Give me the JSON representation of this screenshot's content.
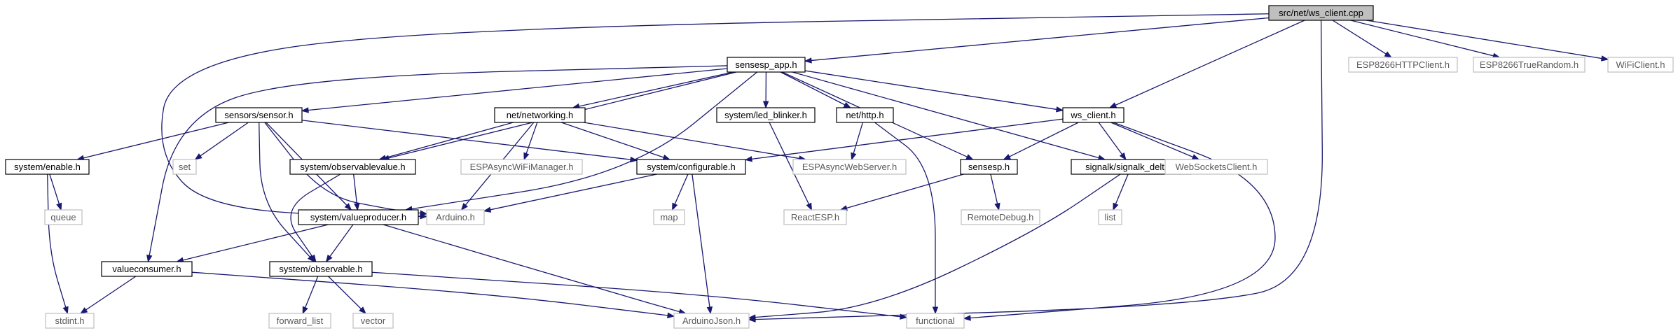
{
  "graph": {
    "colors": {
      "edge": "#191970",
      "root_fill": "#bfbfbf",
      "local_border": "#000000",
      "system_border": "#bfbfbf",
      "system_text": "#5a5a5a",
      "text": "#000000"
    },
    "nodes": [
      {
        "id": "root",
        "label": "src/net/ws_client.cpp",
        "kind": "root"
      },
      {
        "id": "sensesp_app",
        "label": "sensesp_app.h",
        "kind": "local"
      },
      {
        "id": "esp8266http",
        "label": "ESP8266HTTPClient.h",
        "kind": "system"
      },
      {
        "id": "esp8266rand",
        "label": "ESP8266TrueRandom.h",
        "kind": "system"
      },
      {
        "id": "wifi",
        "label": "WiFiClient.h",
        "kind": "system"
      },
      {
        "id": "sensor",
        "label": "sensors/sensor.h",
        "kind": "local"
      },
      {
        "id": "networking",
        "label": "net/networking.h",
        "kind": "local"
      },
      {
        "id": "led",
        "label": "system/led_blinker.h",
        "kind": "local"
      },
      {
        "id": "http",
        "label": "net/http.h",
        "kind": "local"
      },
      {
        "id": "ws_client",
        "label": "ws_client.h",
        "kind": "local"
      },
      {
        "id": "enable",
        "label": "system/enable.h",
        "kind": "local"
      },
      {
        "id": "set",
        "label": "set",
        "kind": "system"
      },
      {
        "id": "obsvalue",
        "label": "system/observablevalue.h",
        "kind": "local"
      },
      {
        "id": "asyncwifi",
        "label": "ESPAsyncWiFiManager.h",
        "kind": "system"
      },
      {
        "id": "configurable",
        "label": "system/configurable.h",
        "kind": "local"
      },
      {
        "id": "asyncweb",
        "label": "ESPAsyncWebServer.h",
        "kind": "system"
      },
      {
        "id": "sensesp",
        "label": "sensesp.h",
        "kind": "local"
      },
      {
        "id": "signalk",
        "label": "signalk/signalk_delta.h",
        "kind": "local"
      },
      {
        "id": "websockets",
        "label": "WebSocketsClient.h",
        "kind": "system"
      },
      {
        "id": "queue",
        "label": "queue",
        "kind": "system"
      },
      {
        "id": "valueproducer",
        "label": "system/valueproducer.h",
        "kind": "local"
      },
      {
        "id": "arduino",
        "label": "Arduino.h",
        "kind": "system"
      },
      {
        "id": "map",
        "label": "map",
        "kind": "system"
      },
      {
        "id": "reactesp",
        "label": "ReactESP.h",
        "kind": "system"
      },
      {
        "id": "remotedebug",
        "label": "RemoteDebug.h",
        "kind": "system"
      },
      {
        "id": "list",
        "label": "list",
        "kind": "system"
      },
      {
        "id": "valueconsumer",
        "label": "valueconsumer.h",
        "kind": "local"
      },
      {
        "id": "observable",
        "label": "system/observable.h",
        "kind": "local"
      },
      {
        "id": "stdint",
        "label": "stdint.h",
        "kind": "system"
      },
      {
        "id": "forward_list",
        "label": "forward_list",
        "kind": "system"
      },
      {
        "id": "vector",
        "label": "vector",
        "kind": "system"
      },
      {
        "id": "arduinojson",
        "label": "ArduinoJson.h",
        "kind": "system"
      },
      {
        "id": "functional",
        "label": "functional",
        "kind": "system"
      }
    ],
    "edges": [
      [
        "root",
        "sensesp_app"
      ],
      [
        "root",
        "esp8266http"
      ],
      [
        "root",
        "esp8266rand"
      ],
      [
        "root",
        "wifi"
      ],
      [
        "root",
        "ws_client"
      ],
      [
        "root",
        "arduino"
      ],
      [
        "root",
        "arduinojson"
      ],
      [
        "sensesp_app",
        "sensor"
      ],
      [
        "sensesp_app",
        "networking"
      ],
      [
        "sensesp_app",
        "led"
      ],
      [
        "sensesp_app",
        "http"
      ],
      [
        "sensesp_app",
        "ws_client"
      ],
      [
        "sensesp_app",
        "obsvalue"
      ],
      [
        "sensesp_app",
        "valueproducer"
      ],
      [
        "sensesp_app",
        "sensesp"
      ],
      [
        "sensesp_app",
        "signalk"
      ],
      [
        "sensesp_app",
        "valueconsumer"
      ],
      [
        "sensor",
        "enable"
      ],
      [
        "sensor",
        "set"
      ],
      [
        "sensor",
        "configurable"
      ],
      [
        "sensor",
        "valueproducer"
      ],
      [
        "sensor",
        "observable"
      ],
      [
        "sensor",
        "arduino"
      ],
      [
        "networking",
        "obsvalue"
      ],
      [
        "networking",
        "asyncwifi"
      ],
      [
        "networking",
        "configurable"
      ],
      [
        "networking",
        "asyncweb"
      ],
      [
        "networking",
        "arduino"
      ],
      [
        "led",
        "reactesp"
      ],
      [
        "http",
        "asyncweb"
      ],
      [
        "http",
        "functional"
      ],
      [
        "ws_client",
        "configurable"
      ],
      [
        "ws_client",
        "sensesp"
      ],
      [
        "ws_client",
        "signalk"
      ],
      [
        "ws_client",
        "websockets"
      ],
      [
        "ws_client",
        "functional"
      ],
      [
        "enable",
        "queue"
      ],
      [
        "enable",
        "stdint"
      ],
      [
        "obsvalue",
        "valueproducer"
      ],
      [
        "obsvalue",
        "observable"
      ],
      [
        "configurable",
        "arduino"
      ],
      [
        "configurable",
        "map"
      ],
      [
        "configurable",
        "arduinojson"
      ],
      [
        "sensesp",
        "reactesp"
      ],
      [
        "sensesp",
        "remotedebug"
      ],
      [
        "signalk",
        "list"
      ],
      [
        "signalk",
        "arduinojson"
      ],
      [
        "valueproducer",
        "valueconsumer"
      ],
      [
        "valueproducer",
        "observable"
      ],
      [
        "valueproducer",
        "arduinojson"
      ],
      [
        "valueconsumer",
        "stdint"
      ],
      [
        "valueconsumer",
        "arduinojson"
      ],
      [
        "observable",
        "forward_list"
      ],
      [
        "observable",
        "vector"
      ],
      [
        "observable",
        "functional"
      ]
    ]
  }
}
